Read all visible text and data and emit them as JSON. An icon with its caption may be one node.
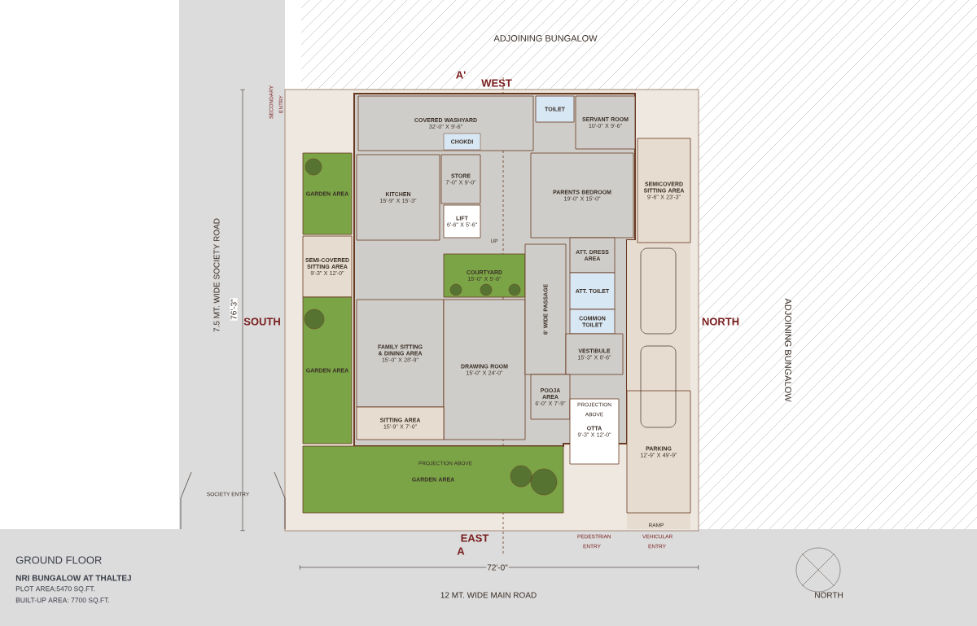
{
  "diagram": {
    "title": "GROUND FLOOR",
    "nodes": [
      {
        "text": [
          "COVERED WASHYARD",
          "32'-0\" X 9'-6\""
        ]
      },
      {
        "text": [
          "CHOKDI"
        ],
        "in": 0
      },
      {
        "text": [
          "TOILET"
        ]
      },
      {
        "text": [
          "SERVANT ROOM",
          "10'-0\" X 9'-6\""
        ]
      },
      {
        "text": [
          "GARDEN AREA"
        ]
      },
      {
        "text": [
          "KITCHEN",
          "15'-9\" X 15'-3\""
        ]
      },
      {
        "text": [
          "STORE",
          "7'-0\" X 9'-0\""
        ]
      },
      {
        "text": [
          "LIFT",
          "6'-6\" X 5'-6\""
        ]
      },
      {
        "text": [
          "PARENTS BEDROOM",
          "19'-0\" X 15'-0\""
        ]
      },
      {
        "text": [
          "SEMICOVERD SITTING AREA",
          "9'-6\" X 23'-3\""
        ]
      },
      {
        "text": [
          "SEMI-COVERED SITTING AREA",
          "9'-3\" X 12'-0\""
        ]
      },
      {
        "text": [
          "COURTYARD",
          "15'-0\" X 5'-6\""
        ]
      },
      {
        "text": [
          "ATT. DRESS AREA"
        ]
      },
      {
        "text": [
          "ATT. TOILET"
        ]
      },
      {
        "text": [
          "COMMON TOILET"
        ]
      },
      {
        "text": [
          "GARDEN AREA"
        ]
      },
      {
        "text": [
          "FAMILY SITTING & DINING AREA",
          "15'-0\" X 28'-9\""
        ]
      },
      {
        "text": [
          "DRAWING ROOM",
          "15'-0\" X 24'-0\""
        ]
      },
      {
        "text": [
          "6' WIDE PASSAGE"
        ]
      },
      {
        "text": [
          "VESTIBULE",
          "15'-3\" X 8'-6\""
        ]
      },
      {
        "text": [
          "POOJA AREA",
          "6'-0\" X 7'-9\""
        ]
      },
      {
        "text": [
          "SITTING AREA",
          "15'-9\" X 7'-0\""
        ]
      },
      {
        "text": [
          "OTTA",
          "9'-3\" X 12'-0\""
        ]
      },
      {
        "text": [
          "PARKING",
          "12'-9\" X 49'-9\""
        ]
      },
      {
        "text": [
          "GARDEN AREA"
        ]
      }
    ],
    "labels": [
      "ADJOINING BUNGALOW",
      "A'",
      "WEST",
      "SECONDARY ENTRY",
      "7.5 MT. WIDE SOCIETY ROAD",
      "76'-3\"",
      "SOUTH",
      "NORTH",
      "ADJOINING BUNGALOW",
      "SOCIETY ENTRY",
      "UP",
      "PROJECTION ABOVE",
      "PROJECTION ABOVE",
      "EAST",
      "A",
      "RAMP",
      "PEDESTRIAN ENTRY",
      "VEHICULAR ENTRY",
      "72'-0\"",
      "12 MT. WIDE MAIN ROAD",
      "NORTH",
      "NRI BUNGALOW AT THALTEJ",
      "PLOT AREA:5470 SQ.FT.",
      "BUILT-UP AREA: 7700 SQ.FT."
    ]
  }
}
